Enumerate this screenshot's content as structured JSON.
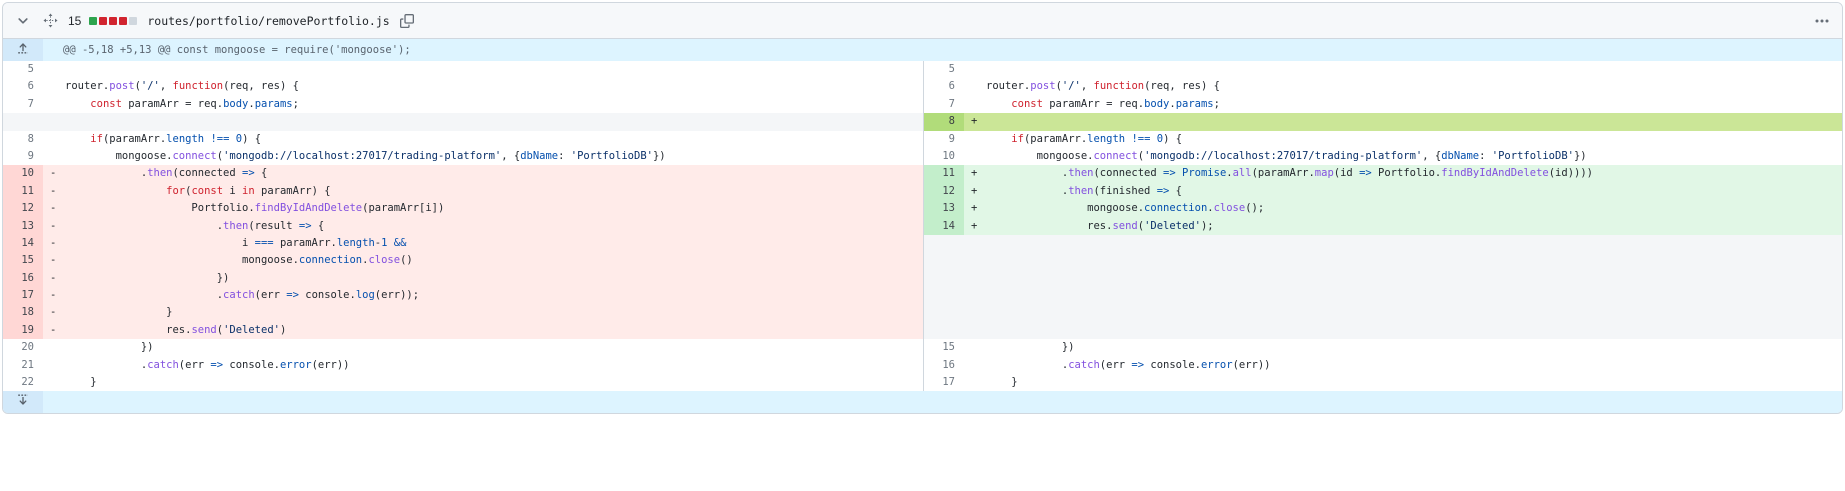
{
  "file_header": {
    "changes_count": "15",
    "diffstat": [
      "added",
      "deleted",
      "deleted",
      "deleted",
      "neutral"
    ],
    "filename": "routes/portfolio/removePortfolio.js"
  },
  "hunk": {
    "header_text": "@@ -5,18 +5,13 @@ const mongoose = require('mongoose');"
  },
  "colors": {
    "hunk_row": "#ddf4ff",
    "hunk_gutter": "#d2e9fa",
    "addition_row": "#e1f7e6",
    "addition_gutter": "#c3eecb",
    "addition_empty_row": "#cbe697",
    "addition_empty_gutter": "#b1dc7a",
    "deletion_row": "#ffebe9",
    "deletion_gutter": "#ffd7d5",
    "filler": "#f4f6f8",
    "diffstat_added": "#2da44e",
    "diffstat_deleted": "#d1242f",
    "diffstat_neutral": "#d0d7de",
    "syntax_default": "#24292f",
    "syntax_keyword": "#cf222e",
    "syntax_entity": "#8250df",
    "syntax_constant": "#0550ae",
    "syntax_string": "#0a3069"
  },
  "diff": {
    "rows": [
      {
        "left": {
          "type": "context",
          "num": "5",
          "segs": []
        },
        "right": {
          "type": "context",
          "num": "5",
          "segs": []
        }
      },
      {
        "left": {
          "type": "context",
          "num": "6",
          "segs": [
            [
              "d",
              "router."
            ],
            [
              "en",
              "post"
            ],
            [
              "d",
              "("
            ],
            [
              "s",
              "'/'"
            ],
            [
              "d",
              ", "
            ],
            [
              "k",
              "function"
            ],
            [
              "d",
              "(req, res) {"
            ]
          ]
        },
        "right": {
          "type": "context",
          "num": "6",
          "segs": [
            [
              "d",
              "router."
            ],
            [
              "en",
              "post"
            ],
            [
              "d",
              "("
            ],
            [
              "s",
              "'/'"
            ],
            [
              "d",
              ", "
            ],
            [
              "k",
              "function"
            ],
            [
              "d",
              "(req, res) {"
            ]
          ]
        }
      },
      {
        "left": {
          "type": "context",
          "num": "7",
          "segs": [
            [
              "d",
              "    "
            ],
            [
              "k",
              "const"
            ],
            [
              "d",
              " paramArr = req."
            ],
            [
              "c1",
              "body"
            ],
            [
              "d",
              "."
            ],
            [
              "c1",
              "params"
            ],
            [
              "d",
              ";"
            ]
          ]
        },
        "right": {
          "type": "context",
          "num": "7",
          "segs": [
            [
              "d",
              "    "
            ],
            [
              "k",
              "const"
            ],
            [
              "d",
              " paramArr = req."
            ],
            [
              "c1",
              "body"
            ],
            [
              "d",
              "."
            ],
            [
              "c1",
              "params"
            ],
            [
              "d",
              ";"
            ]
          ]
        }
      },
      {
        "left": {
          "type": "filler"
        },
        "right": {
          "type": "addempty",
          "num": "8",
          "marker": "+",
          "segs": []
        }
      },
      {
        "left": {
          "type": "context",
          "num": "8",
          "segs": [
            [
              "d",
              "    "
            ],
            [
              "k",
              "if"
            ],
            [
              "d",
              "(paramArr."
            ],
            [
              "c1",
              "length"
            ],
            [
              "d",
              " "
            ],
            [
              "c1",
              "!=="
            ],
            [
              "d",
              " "
            ],
            [
              "c1",
              "0"
            ],
            [
              "d",
              ") {"
            ]
          ]
        },
        "right": {
          "type": "context",
          "num": "9",
          "segs": [
            [
              "d",
              "    "
            ],
            [
              "k",
              "if"
            ],
            [
              "d",
              "(paramArr."
            ],
            [
              "c1",
              "length"
            ],
            [
              "d",
              " "
            ],
            [
              "c1",
              "!=="
            ],
            [
              "d",
              " "
            ],
            [
              "c1",
              "0"
            ],
            [
              "d",
              ") {"
            ]
          ]
        }
      },
      {
        "left": {
          "type": "context",
          "num": "9",
          "segs": [
            [
              "d",
              "        mongoose."
            ],
            [
              "en",
              "connect"
            ],
            [
              "d",
              "("
            ],
            [
              "s",
              "'mongodb://localhost:27017/trading-platform'"
            ],
            [
              "d",
              ", {"
            ],
            [
              "c1",
              "dbName"
            ],
            [
              "d",
              ": "
            ],
            [
              "s",
              "'PortfolioDB'"
            ],
            [
              "d",
              "})"
            ]
          ]
        },
        "right": {
          "type": "context",
          "num": "10",
          "segs": [
            [
              "d",
              "        mongoose."
            ],
            [
              "en",
              "connect"
            ],
            [
              "d",
              "("
            ],
            [
              "s",
              "'mongodb://localhost:27017/trading-platform'"
            ],
            [
              "d",
              ", {"
            ],
            [
              "c1",
              "dbName"
            ],
            [
              "d",
              ": "
            ],
            [
              "s",
              "'PortfolioDB'"
            ],
            [
              "d",
              "})"
            ]
          ]
        }
      },
      {
        "left": {
          "type": "del",
          "num": "10",
          "marker": "-",
          "segs": [
            [
              "d",
              "            ."
            ],
            [
              "en",
              "then"
            ],
            [
              "d",
              "(connected "
            ],
            [
              "c1",
              "=>"
            ],
            [
              "d",
              " {"
            ]
          ]
        },
        "right": {
          "type": "add",
          "num": "11",
          "marker": "+",
          "segs": [
            [
              "d",
              "            ."
            ],
            [
              "en",
              "then"
            ],
            [
              "d",
              "(connected "
            ],
            [
              "c1",
              "=>"
            ],
            [
              "d",
              " "
            ],
            [
              "c1",
              "Promise"
            ],
            [
              "d",
              "."
            ],
            [
              "en",
              "all"
            ],
            [
              "d",
              "(paramArr."
            ],
            [
              "en",
              "map"
            ],
            [
              "d",
              "(id "
            ],
            [
              "c1",
              "=>"
            ],
            [
              "d",
              " Portfolio."
            ],
            [
              "en",
              "findByIdAndDelete"
            ],
            [
              "d",
              "(id))))"
            ]
          ]
        }
      },
      {
        "left": {
          "type": "del",
          "num": "11",
          "marker": "-",
          "segs": [
            [
              "d",
              "                "
            ],
            [
              "k",
              "for"
            ],
            [
              "d",
              "("
            ],
            [
              "k",
              "const"
            ],
            [
              "d",
              " i "
            ],
            [
              "k",
              "in"
            ],
            [
              "d",
              " paramArr) {"
            ]
          ]
        },
        "right": {
          "type": "add",
          "num": "12",
          "marker": "+",
          "segs": [
            [
              "d",
              "            ."
            ],
            [
              "en",
              "then"
            ],
            [
              "d",
              "(finished "
            ],
            [
              "c1",
              "=>"
            ],
            [
              "d",
              " {"
            ]
          ]
        }
      },
      {
        "left": {
          "type": "del",
          "num": "12",
          "marker": "-",
          "segs": [
            [
              "d",
              "                    Portfolio."
            ],
            [
              "en",
              "findByIdAndDelete"
            ],
            [
              "d",
              "(paramArr[i])"
            ]
          ]
        },
        "right": {
          "type": "add",
          "num": "13",
          "marker": "+",
          "segs": [
            [
              "d",
              "                mongoose."
            ],
            [
              "c1",
              "connection"
            ],
            [
              "d",
              "."
            ],
            [
              "en",
              "close"
            ],
            [
              "d",
              "();"
            ]
          ]
        }
      },
      {
        "left": {
          "type": "del",
          "num": "13",
          "marker": "-",
          "segs": [
            [
              "d",
              "                        ."
            ],
            [
              "en",
              "then"
            ],
            [
              "d",
              "(result "
            ],
            [
              "c1",
              "=>"
            ],
            [
              "d",
              " {"
            ]
          ]
        },
        "right": {
          "type": "add",
          "num": "14",
          "marker": "+",
          "segs": [
            [
              "d",
              "                res."
            ],
            [
              "en",
              "send"
            ],
            [
              "d",
              "("
            ],
            [
              "s",
              "'Deleted'"
            ],
            [
              "d",
              ");"
            ]
          ]
        }
      },
      {
        "left": {
          "type": "del",
          "num": "14",
          "marker": "-",
          "segs": [
            [
              "d",
              "                            i "
            ],
            [
              "c1",
              "==="
            ],
            [
              "d",
              " paramArr."
            ],
            [
              "c1",
              "length"
            ],
            [
              "d",
              "-"
            ],
            [
              "c1",
              "1"
            ],
            [
              "d",
              " "
            ],
            [
              "c1",
              "&&"
            ]
          ]
        },
        "right": {
          "type": "filler"
        }
      },
      {
        "left": {
          "type": "del",
          "num": "15",
          "marker": "-",
          "segs": [
            [
              "d",
              "                            mongoose."
            ],
            [
              "c1",
              "connection"
            ],
            [
              "d",
              "."
            ],
            [
              "en",
              "close"
            ],
            [
              "d",
              "()"
            ]
          ]
        },
        "right": {
          "type": "filler"
        }
      },
      {
        "left": {
          "type": "del",
          "num": "16",
          "marker": "-",
          "segs": [
            [
              "d",
              "                        })"
            ]
          ]
        },
        "right": {
          "type": "filler"
        }
      },
      {
        "left": {
          "type": "del",
          "num": "17",
          "marker": "-",
          "segs": [
            [
              "d",
              "                        ."
            ],
            [
              "en",
              "catch"
            ],
            [
              "d",
              "(err "
            ],
            [
              "c1",
              "=>"
            ],
            [
              "d",
              " console."
            ],
            [
              "c1",
              "log"
            ],
            [
              "d",
              "(err));"
            ]
          ]
        },
        "right": {
          "type": "filler"
        }
      },
      {
        "left": {
          "type": "del",
          "num": "18",
          "marker": "-",
          "segs": [
            [
              "d",
              "                }"
            ]
          ]
        },
        "right": {
          "type": "filler"
        }
      },
      {
        "left": {
          "type": "del",
          "num": "19",
          "marker": "-",
          "segs": [
            [
              "d",
              "                res."
            ],
            [
              "en",
              "send"
            ],
            [
              "d",
              "("
            ],
            [
              "s",
              "'Deleted'"
            ],
            [
              "d",
              ")"
            ]
          ]
        },
        "right": {
          "type": "filler"
        }
      },
      {
        "left": {
          "type": "context",
          "num": "20",
          "segs": [
            [
              "d",
              "            })"
            ]
          ]
        },
        "right": {
          "type": "context",
          "num": "15",
          "segs": [
            [
              "d",
              "            })"
            ]
          ]
        }
      },
      {
        "left": {
          "type": "context",
          "num": "21",
          "segs": [
            [
              "d",
              "            ."
            ],
            [
              "en",
              "catch"
            ],
            [
              "d",
              "(err "
            ],
            [
              "c1",
              "=>"
            ],
            [
              "d",
              " console."
            ],
            [
              "c1",
              "error"
            ],
            [
              "d",
              "(err))"
            ]
          ]
        },
        "right": {
          "type": "context",
          "num": "16",
          "segs": [
            [
              "d",
              "            ."
            ],
            [
              "en",
              "catch"
            ],
            [
              "d",
              "(err "
            ],
            [
              "c1",
              "=>"
            ],
            [
              "d",
              " console."
            ],
            [
              "c1",
              "error"
            ],
            [
              "d",
              "(err))"
            ]
          ]
        }
      },
      {
        "left": {
          "type": "context",
          "num": "22",
          "segs": [
            [
              "d",
              "    }"
            ]
          ]
        },
        "right": {
          "type": "context",
          "num": "17",
          "segs": [
            [
              "d",
              "    }"
            ]
          ]
        }
      }
    ]
  }
}
